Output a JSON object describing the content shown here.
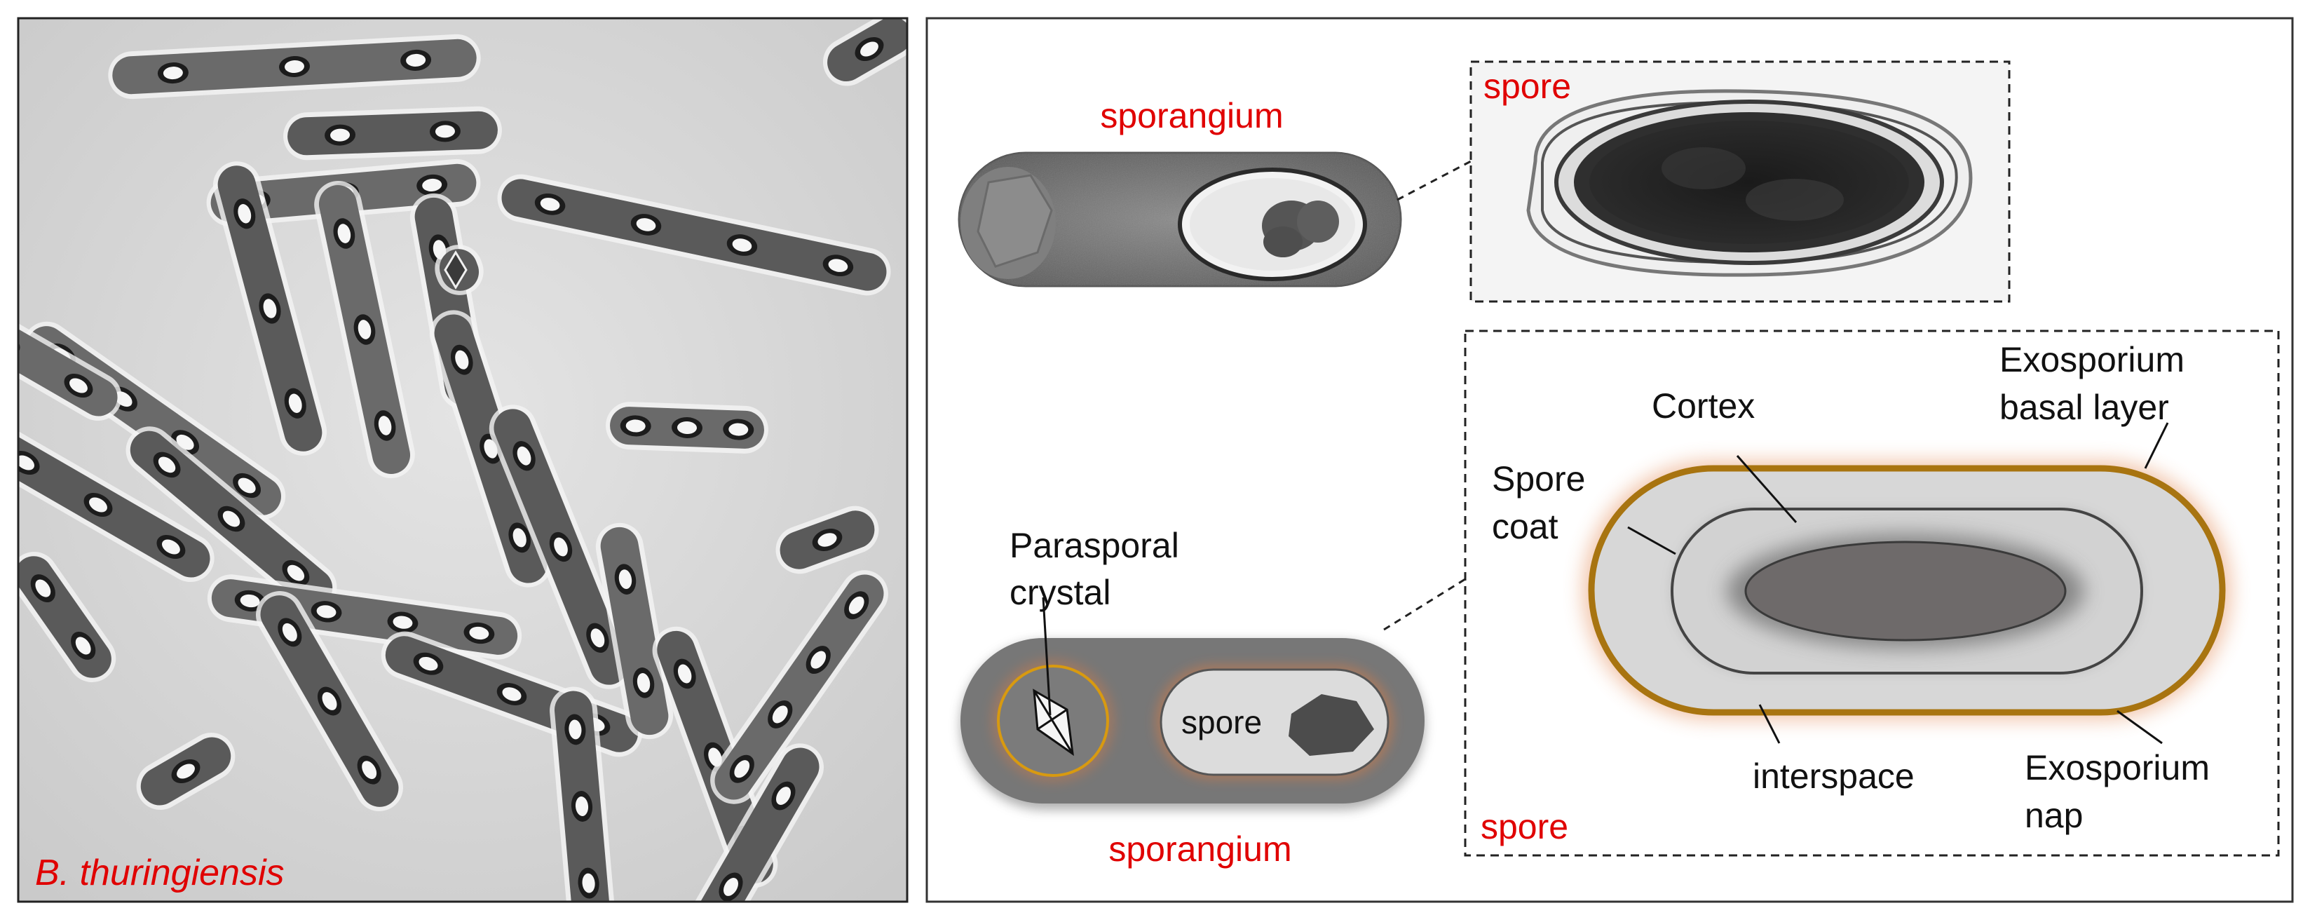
{
  "left_panel": {
    "species_label": "B. thuringiensis"
  },
  "micrograph_panel": {
    "sporangium_label": "sporangium",
    "spore_label": "spore"
  },
  "schematic_panel": {
    "sporangium_label": "sporangium",
    "spore_inner_label": "spore",
    "parasporal_crystal_label": [
      "Parasporal",
      "crystal"
    ]
  },
  "spore_detail_panel": {
    "spore_label": "spore",
    "cortex_label": "Cortex",
    "spore_coat_label": [
      "Spore",
      "coat"
    ],
    "exosporium_basal_label": [
      "Exosporium",
      "basal layer"
    ],
    "interspace_label": "interspace",
    "exosporium_nap_label": [
      "Exosporium",
      "nap"
    ]
  },
  "colors": {
    "label_red": "#e00000",
    "exosporium_gold": "#a87410",
    "exosporium_glow": "#e07a40",
    "crystal_ring": "#d89a10"
  }
}
